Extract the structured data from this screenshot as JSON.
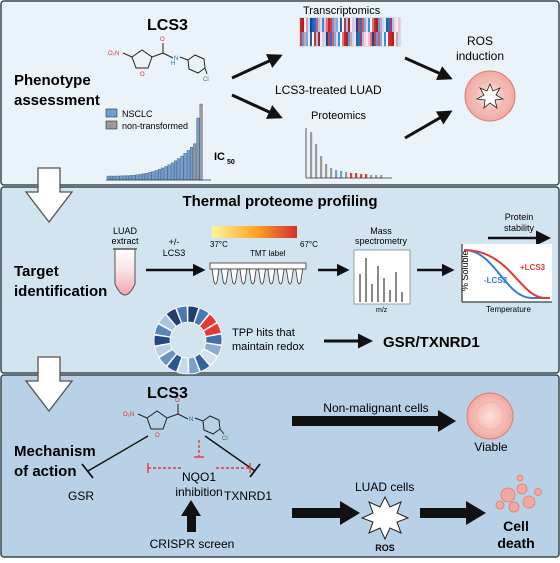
{
  "panels": {
    "phenotype": {
      "heading_line1": "Phenotype",
      "heading_line2": "assessment",
      "compound_name": "LCS3",
      "legend": [
        {
          "label": "NSCLC",
          "color": "#6a9fd8"
        },
        {
          "label": "non-transformed",
          "color": "#9a9a9a"
        }
      ],
      "ic50_main": "IC",
      "ic50_sub": "50",
      "transcriptomics_label": "Transcriptomics",
      "proteomics_label": "Proteomics",
      "treated_label": "LCS3-treated LUAD",
      "ros_line1": "ROS",
      "ros_line2": "induction"
    },
    "target": {
      "title": "Thermal proteome profiling",
      "heading_line1": "Target",
      "heading_line2": "identification",
      "extract_line1": "LUAD",
      "extract_line2": "extract",
      "treat_line1": "+/-",
      "treat_line2": "LCS3",
      "temp_low": "37°C",
      "temp_high": "67°C",
      "tmt_label": "TMT label",
      "ms_line1": "Mass",
      "ms_line2": "spectrometry",
      "mz_label": "m/z",
      "stability_line1": "Protein",
      "stability_line2": "stability",
      "soluble_axis": "% Soluble",
      "temperature_axis": "Temperature",
      "plus_lcs3": "+LCS3",
      "minus_lcs3": "-LCS3",
      "hits_line1": "TPP hits that",
      "hits_line2": "maintain redox",
      "targets": "GSR/TXNRD1"
    },
    "mechanism": {
      "heading_line1": "Mechanism",
      "heading_line2": "of action",
      "compound_name": "LCS3",
      "gsr": "GSR",
      "nqo1_line1": "NQO1",
      "nqo1_line2": "inhibition",
      "txnrd1": "TXNRD1",
      "crispr": "CRISPR screen",
      "non_malignant": "Non-malignant cells",
      "viable": "Viable",
      "luad_cells": "LUAD cells",
      "ros": "ROS",
      "death_line1": "Cell",
      "death_line2": "death"
    }
  },
  "colors": {
    "panel_top": "#ebf3fa",
    "panel_mid": "#d3e4f1",
    "panel_bottom": "#b9d1e6",
    "border": "#37474f",
    "accent_red": "#e53935",
    "accent_blue": "#2f7fd3"
  }
}
